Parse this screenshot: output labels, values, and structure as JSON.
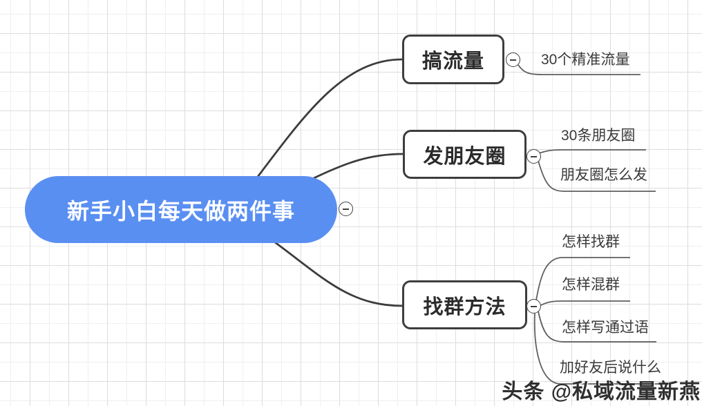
{
  "colors": {
    "root_bg": "#5A8FF2",
    "root_text": "#ffffff",
    "branch_border": "#3d3d3d",
    "branch_text": "#2b2b2b",
    "main_line": "#3c3c3c",
    "child_line": "#5f5f5f",
    "grid_major": "#dcdce1",
    "grid_minor": "#efeff3"
  },
  "mindmap": {
    "root": {
      "label": "新手小白每天做两件事"
    },
    "branches": [
      {
        "label": "搞流量",
        "children": [
          {
            "label": "30个精准流量"
          }
        ]
      },
      {
        "label": "发朋友圈",
        "children": [
          {
            "label": "30条朋友圈"
          },
          {
            "label": "朋友圈怎么发"
          }
        ]
      },
      {
        "label": "找群方法",
        "children": [
          {
            "label": "怎样找群"
          },
          {
            "label": "怎样混群"
          },
          {
            "label": "怎样写通过语"
          },
          {
            "label": "加好友后说什么"
          }
        ]
      }
    ]
  },
  "watermark": {
    "text": "头条 @私域流量新燕"
  }
}
